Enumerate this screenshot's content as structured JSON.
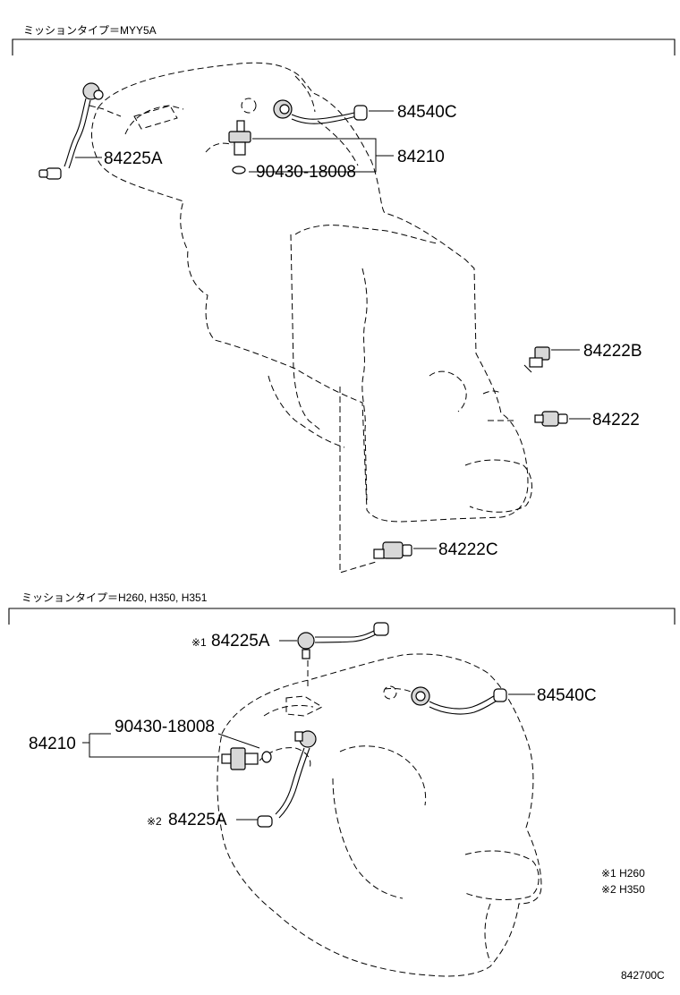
{
  "sections": [
    {
      "header": "ミッションタイプ＝MYY5A",
      "labels": {
        "p84540C": "84540C",
        "p84225A": "84225A",
        "p84210": "84210",
        "p90430": "90430-18008",
        "p84222B": "84222B",
        "p84222": "84222",
        "p84222C": "84222C"
      }
    },
    {
      "header": "ミッションタイプ＝H260, H350, H351",
      "labels": {
        "p84225A_1_mark": "※1",
        "p84225A_1": "84225A",
        "p84540C": "84540C",
        "p90430": "90430-18008",
        "p84210": "84210",
        "p84225A_2_mark": "※2",
        "p84225A_2": "84225A"
      },
      "notes": [
        "※1 H260",
        "※2 H350"
      ]
    }
  ],
  "footer_code": "842700C"
}
